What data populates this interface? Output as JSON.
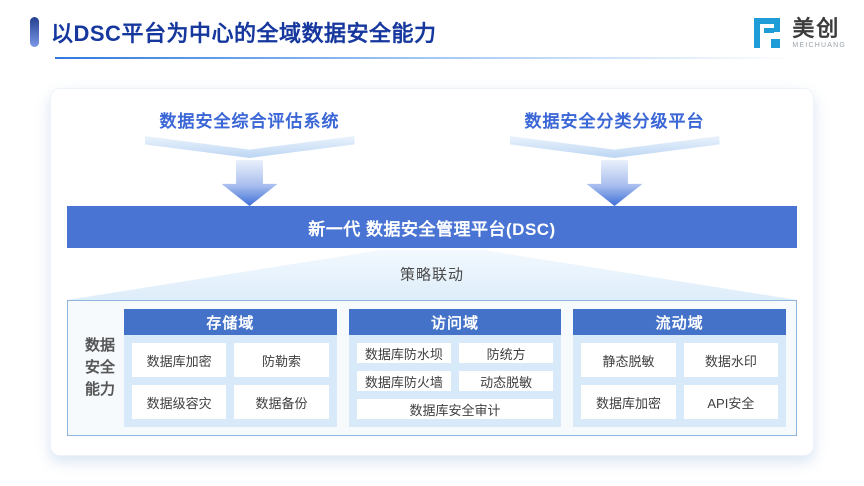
{
  "page": {
    "title": "以DSC平台为中心的全域数据安全能力"
  },
  "logo": {
    "name": "美创",
    "subname": "MEICHUANG",
    "icon": "meichuang-logo-icon",
    "brand_color": "#1e9cd7"
  },
  "diagram": {
    "top_systems": {
      "left": "数据安全综合评估系统",
      "right": "数据安全分类分级平台"
    },
    "platform_label": "新一代 数据安全管理平台(DSC)",
    "linkage_label": "策略联动",
    "capability_label": "数据安全能力",
    "columns": [
      {
        "header": "存储域",
        "rows": [
          [
            "数据库加密",
            "防勒索"
          ],
          [
            "数据级容灾",
            "数据备份"
          ]
        ]
      },
      {
        "header": "访问域",
        "rows": [
          [
            "数据库防水坝",
            "防统方"
          ],
          [
            "数据库防火墙",
            "动态脱敏"
          ],
          [
            "数据库安全审计"
          ]
        ]
      },
      {
        "header": "流动域",
        "rows": [
          [
            "静态脱敏",
            "数据水印"
          ],
          [
            "数据库加密",
            "API安全"
          ]
        ]
      }
    ],
    "colors": {
      "title_text": "#15379e",
      "system_text": "#3a66d6",
      "platform_bar": "#4a74d3",
      "domain_header": "#4472c8",
      "panel_bg": "#d8e9f9",
      "box_border": "#8fb4de"
    }
  }
}
